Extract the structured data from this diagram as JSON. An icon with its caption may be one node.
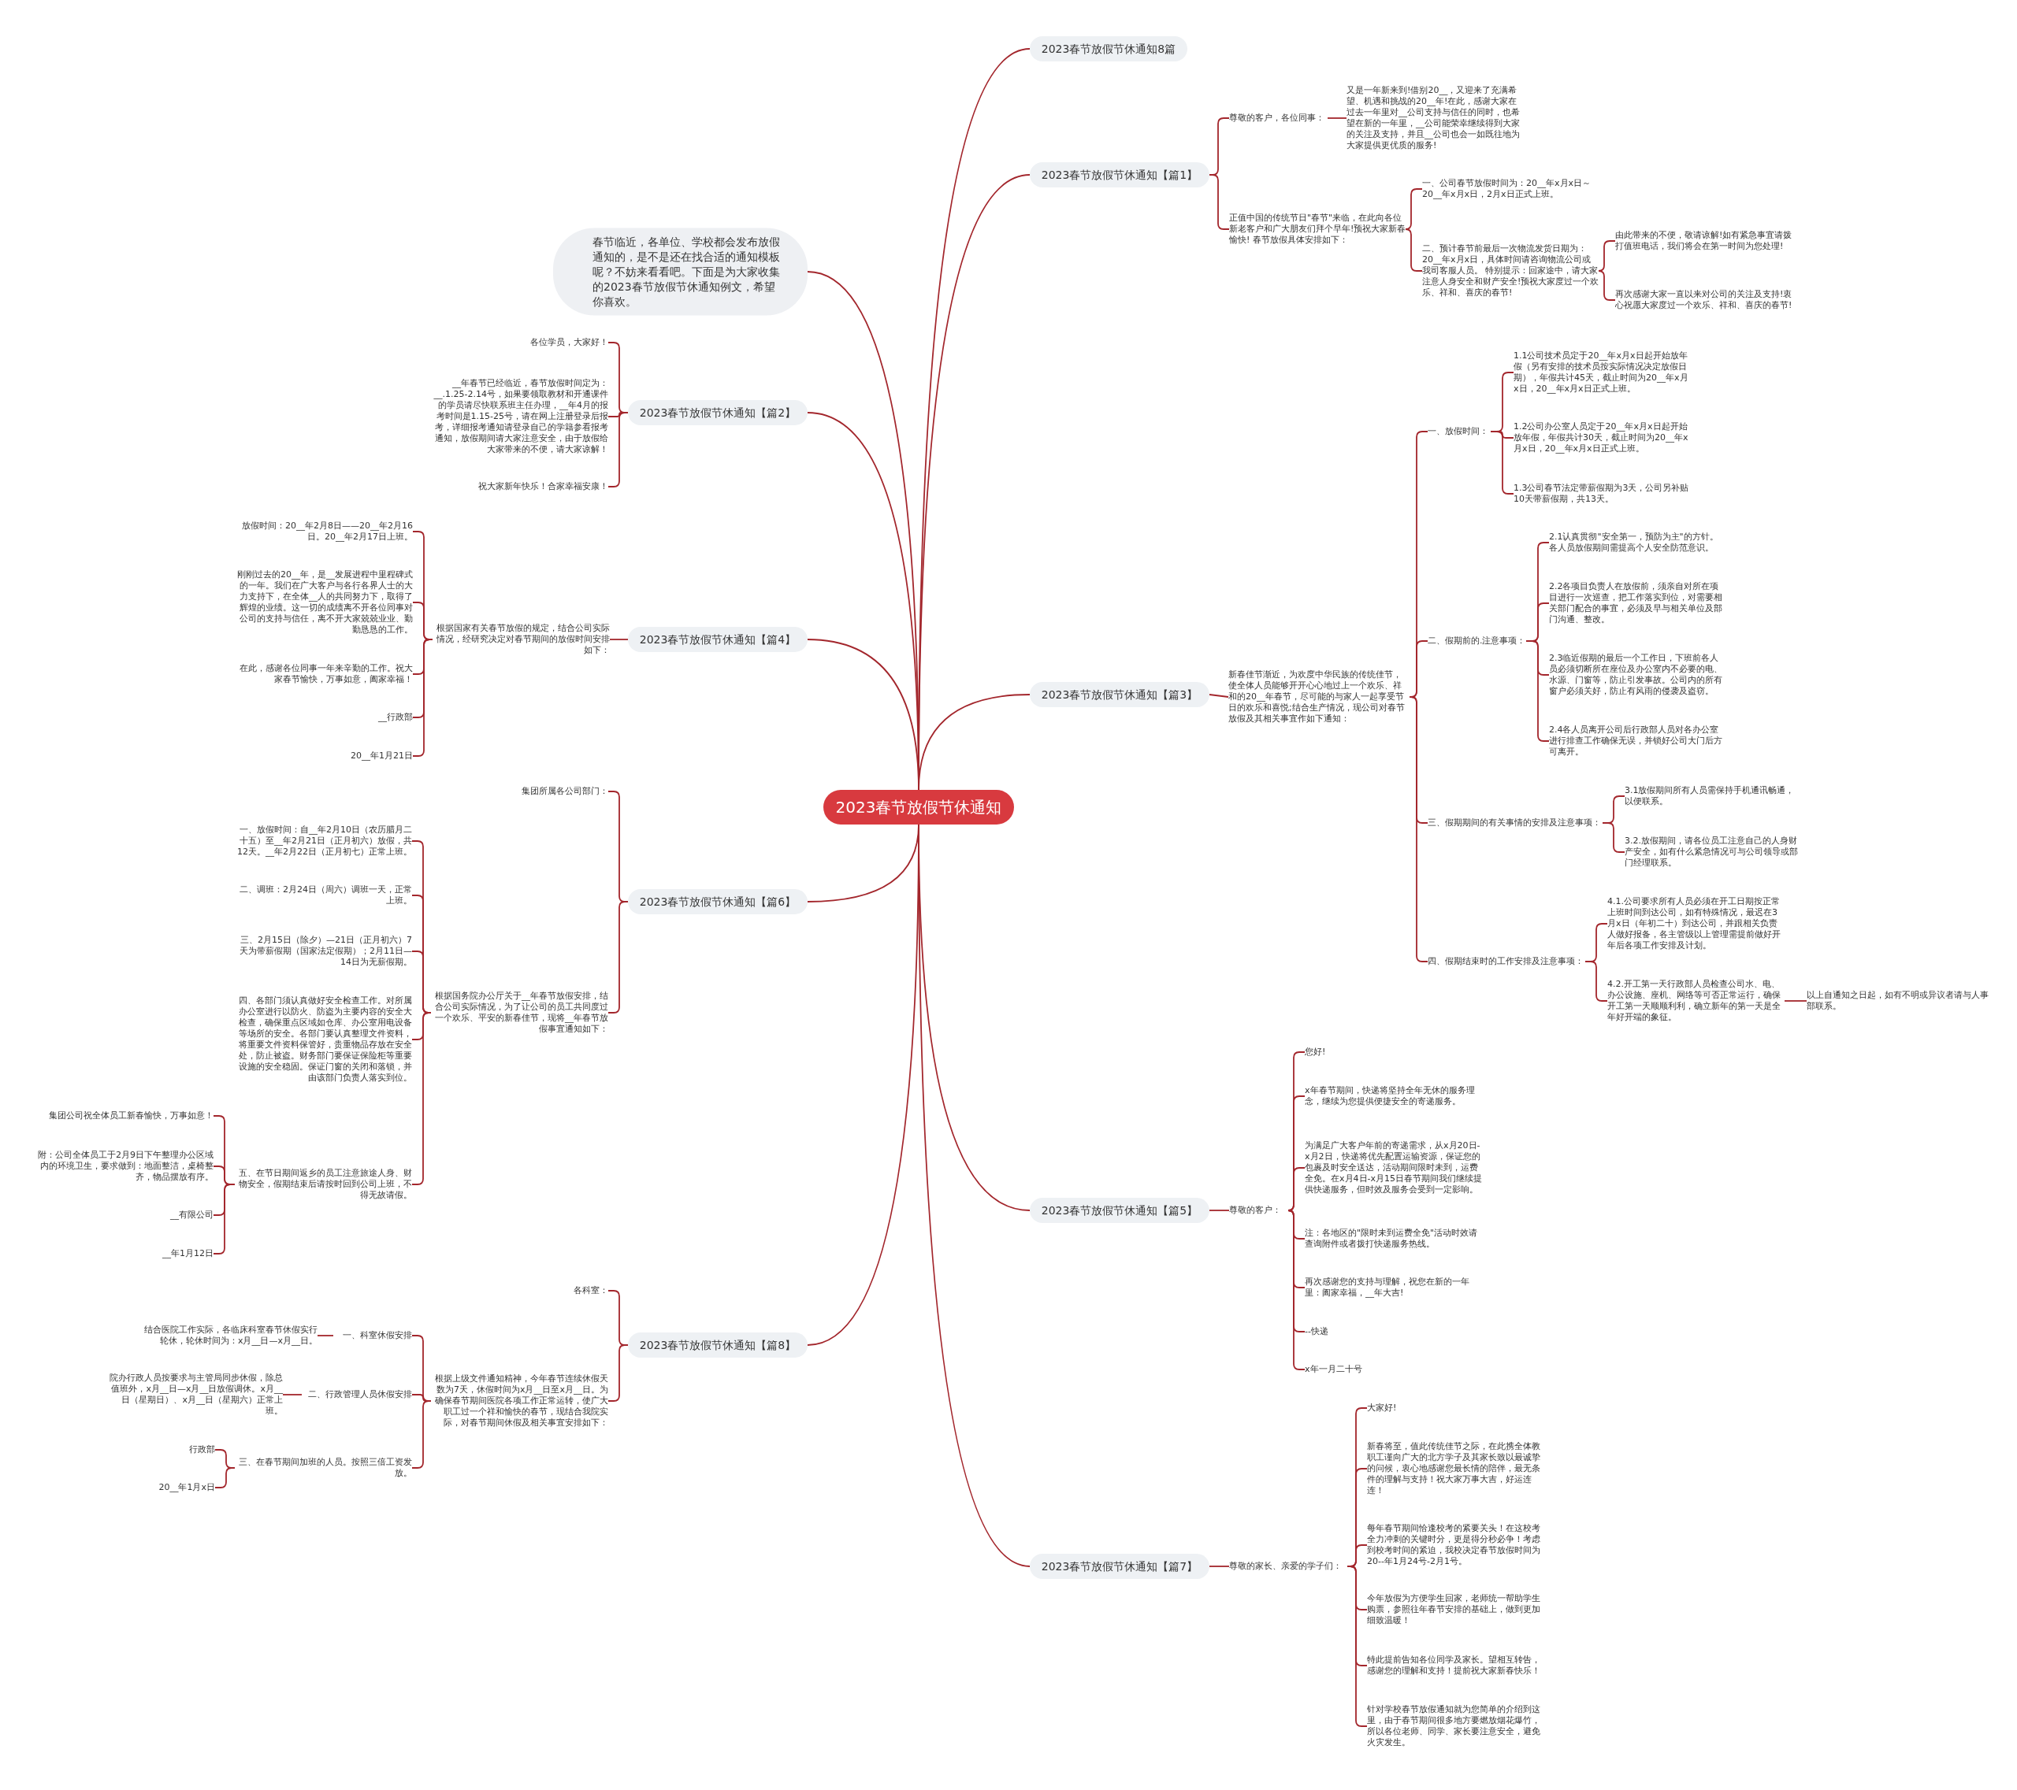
{
  "diagram": {
    "nodes": [
      {
        "text": [
          "2023春节放假节休通知"
        ]
      },
      {
        "text": [
          "2023春节放假节休通知8篇"
        ]
      },
      {
        "text": [
          "2023春节放假节休通知【篇1】"
        ]
      },
      {
        "text": [
          "尊敬的客户，各位同事："
        ]
      },
      {
        "text": [
          "又是一年新来到!借别20__，又迎来了充满希望、机遇和挑战的20__年!在此，感谢大家在过去一年里对__公司支持与信任的同时，也希望在新的一年里，__公司能荣幸继续得到大家的关注及支持，并且__公司也会一如既往地为大家提供更优质的服务!"
        ]
      },
      {
        "text": [
          "正值中国的传统节日\"春节\"来临，在此向各位新老客户和广大朋友们拜个早年!预祝大家新春愉快! 春节放假具体安排如下："
        ]
      },
      {
        "text": [
          "一、公司春节放假时间为：20__年x月x日～20__年x月x日，2月x日正式上班。"
        ]
      },
      {
        "text": [
          "二、预计春节前最后一次物流发货日期为：20__年x月x日，具体时间请咨询物流公司或我司客服人员。 特别提示：回家途中，请大家注意人身安全和财产安全!预祝大家度过一个欢乐、祥和、喜庆的春节!"
        ]
      },
      {
        "text": [
          "由此带来的不便，敬请谅解!如有紧急事宜请拨打值班电话，我们将会在第一时间为您处理!"
        ]
      },
      {
        "text": [
          "再次感谢大家一直以来对公司的关注及支持!衷心祝愿大家度过一个欢乐、祥和、喜庆的春节!"
        ]
      },
      {
        "text": [
          "2023春节放假节休通知【篇3】"
        ]
      },
      {
        "text": [
          "新春佳节渐近，为欢度中华民族的传统佳节，使全体人员能够开开心心地过上一个欢乐、祥和的20__年春节，尽可能的与家人一起享受节日的欢乐和喜悦;结合生产情况，现公司对春节放假及其相关事宜作如下通知："
        ]
      },
      {
        "text": [
          "一、放假时间："
        ]
      },
      {
        "text": [
          "1.1公司技术员定于20__年x月x日起开始放年假（另有安排的技术员按实际情况决定放假日期），年假共计45天，截止时间为20__年x月x日，20__年x月x日正式上班。"
        ]
      },
      {
        "text": [
          "1.2公司办公室人员定于20__年x月x日起开始放年假，年假共计30天，截止时间为20__年x月x日，20__年x月x日正式上班。"
        ]
      },
      {
        "text": [
          "1.3公司春节法定带薪假期为3天，公司另补贴10天带薪假期，共13天。"
        ]
      },
      {
        "text": [
          "二、假期前的.注意事项："
        ]
      },
      {
        "text": [
          "2.1认真贯彻\"安全第一，预防为主\"的方针。各人员放假期间需提高个人安全防范意识。"
        ]
      },
      {
        "text": [
          "2.2各项目负责人在放假前，须亲自对所在项目进行一次巡查，把工作落实到位，对需要相关部门配合的事宜，必须及早与相关单位及部门沟通、整改。"
        ]
      },
      {
        "text": [
          "2.3临近假期的最后一个工作日，下班前各人员必须切断所在座位及办公室内不必要的电、水源、门窗等，防止引发事故。公司内的所有窗户必须关好，防止有风雨的侵袭及盗窃。"
        ]
      },
      {
        "text": [
          "2.4各人员离开公司后行政部人员对各办公室进行排查工作确保无误，并锁好公司大门后方可离开。"
        ]
      },
      {
        "text": [
          "三、假期期间的有关事情的安排及注意事项："
        ]
      },
      {
        "text": [
          "3.1放假期间所有人员需保持手机通讯畅通，以便联系。"
        ]
      },
      {
        "text": [
          "3.2.放假期间，请各位员工注意自己的人身财产安全，如有什么紧急情况可与公司领导或部门经理联系。"
        ]
      },
      {
        "text": [
          "四、假期结束时的工作安排及注意事项："
        ]
      },
      {
        "text": [
          "4.1.公司要求所有人员必须在开工日期按正常上班时间到达公司，如有特殊情况，最迟在3月x日（年初二十）到达公司，并跟相关负责人做好报备，各主管级以上管理需提前做好开年后各项工作安排及计划。"
        ]
      },
      {
        "text": [
          "4.2.开工第一天行政部人员检查公司水、电、办公设施、座机、网络等可否正常运行，确保开工第一天顺顺利利，确立新年的第一天是全年好开端的象征。"
        ]
      },
      {
        "text": [
          "以上自通知之日起，如有不明或异议者请与人事部联系。"
        ]
      },
      {
        "text": [
          "2023春节放假节休通知【篇5】"
        ]
      },
      {
        "text": [
          "尊敬的客户："
        ]
      },
      {
        "text": [
          "您好!"
        ]
      },
      {
        "text": [
          "x年春节期间，快递将坚持全年无休的服务理念，继续为您提供便捷安全的寄递服务。"
        ]
      },
      {
        "text": [
          "为满足广大客户年前的寄递需求，从x月20日-x月2日，快递将优先配置运输资源，保证您的包裹及时安全送达，活动期间限时未到，运费全免。在x月4日-x月15日春节期间我们继续提供快递服务，但时效及服务会受到一定影响。"
        ]
      },
      {
        "text": [
          "注：各地区的\"限时未到运费全免\"活动时效请查询附件或者拨打快递服务热线。"
        ]
      },
      {
        "text": [
          "再次感谢您的支持与理解，祝您在新的一年里：阖家幸福，__年大吉!"
        ]
      },
      {
        "text": [
          "--快递"
        ]
      },
      {
        "text": [
          "x年一月二十号"
        ]
      },
      {
        "text": [
          "2023春节放假节休通知【篇7】"
        ]
      },
      {
        "text": [
          "尊敬的家长、亲爱的学子们："
        ]
      },
      {
        "text": [
          "大家好!"
        ]
      },
      {
        "text": [
          "新春将至，值此传统佳节之际，在此携全体教职工谨向广大的北方学子及其家长致以最诚挚的问候，衷心地感谢您最长情的陪伴，最无条件的理解与支持！祝大家万事大吉，好运连连！"
        ]
      },
      {
        "text": [
          "每年春节期间恰逢校考的紧要关头！在这校考全力冲刺的关键时分，更是得分秒必争！考虑到校考时间的紧迫，我校决定春节放假时间为20--年1月24号-2月1号。"
        ]
      },
      {
        "text": [
          "今年放假为方便学生回家，老师统一帮助学生购票，参照往年春节安排的基础上，做到更加细致温暖！"
        ]
      },
      {
        "text": [
          "特此提前告知各位同学及家长。望相互转告，感谢您的理解和支持！提前祝大家新春快乐！"
        ]
      },
      {
        "text": [
          "针对学校春节放假通知就为您简单的介绍到这里，由于春节期间很多地方要燃放烟花爆竹，所以各位老师、同学、家长要注意安全，避免火灾发生。"
        ]
      },
      {
        "text": [
          "春节临近，各单位、学校都会发布放假通知的，是不是还在找合适的通知模板呢？不妨来看看吧。下面是为大家收集的2023春节放假节休通知例文，希望你喜欢。"
        ]
      },
      {
        "text": [
          "2023春节放假节休通知【篇2】"
        ]
      },
      {
        "text": [
          "各位学员，大家好！"
        ]
      },
      {
        "text": [
          "__年春节已经临近，春节放假时间定为：__.1.25-2.14号，如果要领取教材和开通课件的学员请尽快联系班主任办理，__年4月的报考时间是1.15-25号，请在网上注册登录后报考，详细报考通知请登录自己的学籍参看报考通知，放假期间请大家注意安全，由于放假给大家带来的不便，请大家谅解！"
        ]
      },
      {
        "text": [
          "祝大家新年快乐！合家幸福安康！"
        ]
      },
      {
        "text": [
          "2023春节放假节休通知【篇4】"
        ]
      },
      {
        "text": [
          "根据国家有关春节放假的规定，结合公司实际情况，经研究决定对春节期间的放假时间安排如下："
        ]
      },
      {
        "text": [
          "放假时间：20__年2月8日——20__年2月16日。20__年2月17日上班。"
        ]
      },
      {
        "text": [
          "刚刚过去的20__年，是__发展进程中里程碑式的一年。我们在广大客户与各行各界人士的大力支持下，在全体__人的共同努力下，取得了辉煌的业绩。这一切的成绩离不开各位同事对公司的支持与信任，离不开大家兢兢业业、勤勤恳恳的工作。"
        ]
      },
      {
        "text": [
          "在此，感谢各位同事一年来辛勤的工作。祝大家春节愉快，万事如意，阖家幸福！"
        ]
      },
      {
        "text": [
          "__行政部"
        ]
      },
      {
        "text": [
          "20__年1月21日"
        ]
      },
      {
        "text": [
          "2023春节放假节休通知【篇6】"
        ]
      },
      {
        "text": [
          "集团所属各公司部门："
        ]
      },
      {
        "text": [
          "根据国务院办公厅关于__年春节放假安排，结合公司实际情况，为了让公司的员工共同度过一个欢乐、平安的新春佳节，现将__年春节放假事宜通知如下："
        ]
      },
      {
        "text": [
          "一、放假时间：自__年2月10日（农历腊月二十五）至__年2月21日（正月初六）放假，共12天。__年2月22日（正月初七）正常上班。"
        ]
      },
      {
        "text": [
          "二、调班：2月24日（周六）调班一天，正常上班。"
        ]
      },
      {
        "text": [
          "三、2月15日（除夕）—21日（正月初六）7天为带薪假期（国家法定假期）；2月11日—14日为无薪假期。"
        ]
      },
      {
        "text": [
          "四、各部门须认真做好安全检查工作。对所属办公室进行以防火、防盗为主要内容的安全大检查，确保重点区域如仓库、办公室用电设备等场所的安全。各部门要认真整理文件资料，将重要文件资料保管好，贵重物品存放在安全处，防止被盗。财务部门要保证保险柜等重要设施的安全稳固。保证门窗的关闭和落锁，并由该部门负责人落实到位。"
        ]
      },
      {
        "text": [
          "五、在节日期间返乡的员工注意旅途人身、财物安全，假期结束后请按时回到公司上班，不得无故请假。"
        ]
      },
      {
        "text": [
          "集团公司祝全体员工新春愉快，万事如意！"
        ]
      },
      {
        "text": [
          "附：公司全体员工于2月9日下午整理办公区域内的环境卫生，要求做到：地面整洁，桌椅整齐，物品摆放有序。"
        ]
      },
      {
        "text": [
          "__有限公司"
        ]
      },
      {
        "text": [
          "__年1月12日"
        ]
      },
      {
        "text": [
          "2023春节放假节休通知【篇8】"
        ]
      },
      {
        "text": [
          "各科室："
        ]
      },
      {
        "text": [
          "根据上级文件通知精神，今年春节连续休假天数为7天，休假时间为x月__日至x月__日。为确保春节期间医院各项工作正常运转，使广大职工过一个祥和愉快的春节，现结合我院实际，对春节期间休假及相关事宜安排如下："
        ]
      },
      {
        "text": [
          "一、科室休假安排"
        ]
      },
      {
        "text": [
          "结合医院工作实际，各临床科室春节休假实行轮休，轮休时间为：x月__日—x月__日。"
        ]
      },
      {
        "text": [
          "二、行政管理人员休假安排"
        ]
      },
      {
        "text": [
          "院办行政人员按要求与主管局同步休假，除总值班外，x月__日—x月__日放假调休。x月__日（星期日）、x月__日（星期六）正常上班。"
        ]
      },
      {
        "text": [
          "三、在春节期间加班的人员。按照三倍工资发放。"
        ]
      },
      {
        "text": [
          "行政部"
        ]
      },
      {
        "text": [
          "20__年1月x日"
        ]
      }
    ],
    "edges": [
      {
        "from": 0,
        "to": 1,
        "arrow": "none"
      },
      {
        "from": 0,
        "to": 2,
        "arrow": "none"
      },
      {
        "from": 0,
        "to": 10,
        "arrow": "none"
      },
      {
        "from": 0,
        "to": 28,
        "arrow": "none"
      },
      {
        "from": 0,
        "to": 37,
        "arrow": "none"
      },
      {
        "from": 0,
        "to": 45,
        "arrow": "none"
      },
      {
        "from": 0,
        "to": 46,
        "arrow": "none"
      },
      {
        "from": 0,
        "to": 50,
        "arrow": "none"
      },
      {
        "from": 0,
        "to": 57,
        "arrow": "none"
      },
      {
        "from": 0,
        "to": 69,
        "arrow": "none"
      },
      {
        "from": 2,
        "to": 3,
        "arrow": "none"
      },
      {
        "from": 2,
        "to": 5,
        "arrow": "none"
      },
      {
        "from": 3,
        "to": 4,
        "arrow": "none"
      },
      {
        "from": 5,
        "to": 6,
        "arrow": "none"
      },
      {
        "from": 5,
        "to": 7,
        "arrow": "none"
      },
      {
        "from": 7,
        "to": 8,
        "arrow": "none"
      },
      {
        "from": 7,
        "to": 9,
        "arrow": "none"
      },
      {
        "from": 10,
        "to": 11,
        "arrow": "none"
      },
      {
        "from": 11,
        "to": 12,
        "arrow": "none"
      },
      {
        "from": 11,
        "to": 16,
        "arrow": "none"
      },
      {
        "from": 11,
        "to": 21,
        "arrow": "none"
      },
      {
        "from": 11,
        "to": 24,
        "arrow": "none"
      },
      {
        "from": 12,
        "to": 13,
        "arrow": "none"
      },
      {
        "from": 12,
        "to": 14,
        "arrow": "none"
      },
      {
        "from": 12,
        "to": 15,
        "arrow": "none"
      },
      {
        "from": 16,
        "to": 17,
        "arrow": "none"
      },
      {
        "from": 16,
        "to": 18,
        "arrow": "none"
      },
      {
        "from": 16,
        "to": 19,
        "arrow": "none"
      },
      {
        "from": 16,
        "to": 20,
        "arrow": "none"
      },
      {
        "from": 21,
        "to": 22,
        "arrow": "none"
      },
      {
        "from": 21,
        "to": 23,
        "arrow": "none"
      },
      {
        "from": 24,
        "to": 25,
        "arrow": "none"
      },
      {
        "from": 24,
        "to": 26,
        "arrow": "none"
      },
      {
        "from": 26,
        "to": 27,
        "arrow": "none"
      },
      {
        "from": 28,
        "to": 29,
        "arrow": "none"
      },
      {
        "from": 29,
        "to": 30,
        "arrow": "none"
      },
      {
        "from": 29,
        "to": 31,
        "arrow": "none"
      },
      {
        "from": 29,
        "to": 32,
        "arrow": "none"
      },
      {
        "from": 29,
        "to": 33,
        "arrow": "none"
      },
      {
        "from": 29,
        "to": 34,
        "arrow": "none"
      },
      {
        "from": 29,
        "to": 35,
        "arrow": "none"
      },
      {
        "from": 29,
        "to": 36,
        "arrow": "none"
      },
      {
        "from": 37,
        "to": 38,
        "arrow": "none"
      },
      {
        "from": 38,
        "to": 39,
        "arrow": "none"
      },
      {
        "from": 38,
        "to": 40,
        "arrow": "none"
      },
      {
        "from": 38,
        "to": 41,
        "arrow": "none"
      },
      {
        "from": 38,
        "to": 42,
        "arrow": "none"
      },
      {
        "from": 38,
        "to": 43,
        "arrow": "none"
      },
      {
        "from": 38,
        "to": 44,
        "arrow": "none"
      },
      {
        "from": 46,
        "to": 47,
        "arrow": "none"
      },
      {
        "from": 46,
        "to": 48,
        "arrow": "none"
      },
      {
        "from": 46,
        "to": 49,
        "arrow": "none"
      },
      {
        "from": 50,
        "to": 51,
        "arrow": "none"
      },
      {
        "from": 51,
        "to": 52,
        "arrow": "none"
      },
      {
        "from": 51,
        "to": 53,
        "arrow": "none"
      },
      {
        "from": 51,
        "to": 54,
        "arrow": "none"
      },
      {
        "from": 51,
        "to": 55,
        "arrow": "none"
      },
      {
        "from": 51,
        "to": 56,
        "arrow": "none"
      },
      {
        "from": 57,
        "to": 58,
        "arrow": "none"
      },
      {
        "from": 57,
        "to": 59,
        "arrow": "none"
      },
      {
        "from": 59,
        "to": 60,
        "arrow": "none"
      },
      {
        "from": 59,
        "to": 61,
        "arrow": "none"
      },
      {
        "from": 59,
        "to": 62,
        "arrow": "none"
      },
      {
        "from": 59,
        "to": 63,
        "arrow": "none"
      },
      {
        "from": 59,
        "to": 64,
        "arrow": "none"
      },
      {
        "from": 64,
        "to": 65,
        "arrow": "none"
      },
      {
        "from": 64,
        "to": 66,
        "arrow": "none"
      },
      {
        "from": 64,
        "to": 67,
        "arrow": "none"
      },
      {
        "from": 64,
        "to": 68,
        "arrow": "none"
      },
      {
        "from": 69,
        "to": 70,
        "arrow": "none"
      },
      {
        "from": 69,
        "to": 71,
        "arrow": "none"
      },
      {
        "from": 71,
        "to": 72,
        "arrow": "none"
      },
      {
        "from": 71,
        "to": 74,
        "arrow": "none"
      },
      {
        "from": 71,
        "to": 76,
        "arrow": "none"
      },
      {
        "from": 72,
        "to": 73,
        "arrow": "none"
      },
      {
        "from": 74,
        "to": 75,
        "arrow": "none"
      },
      {
        "from": 76,
        "to": 77,
        "arrow": "none"
      },
      {
        "from": 76,
        "to": 78,
        "arrow": "none"
      }
    ]
  }
}
